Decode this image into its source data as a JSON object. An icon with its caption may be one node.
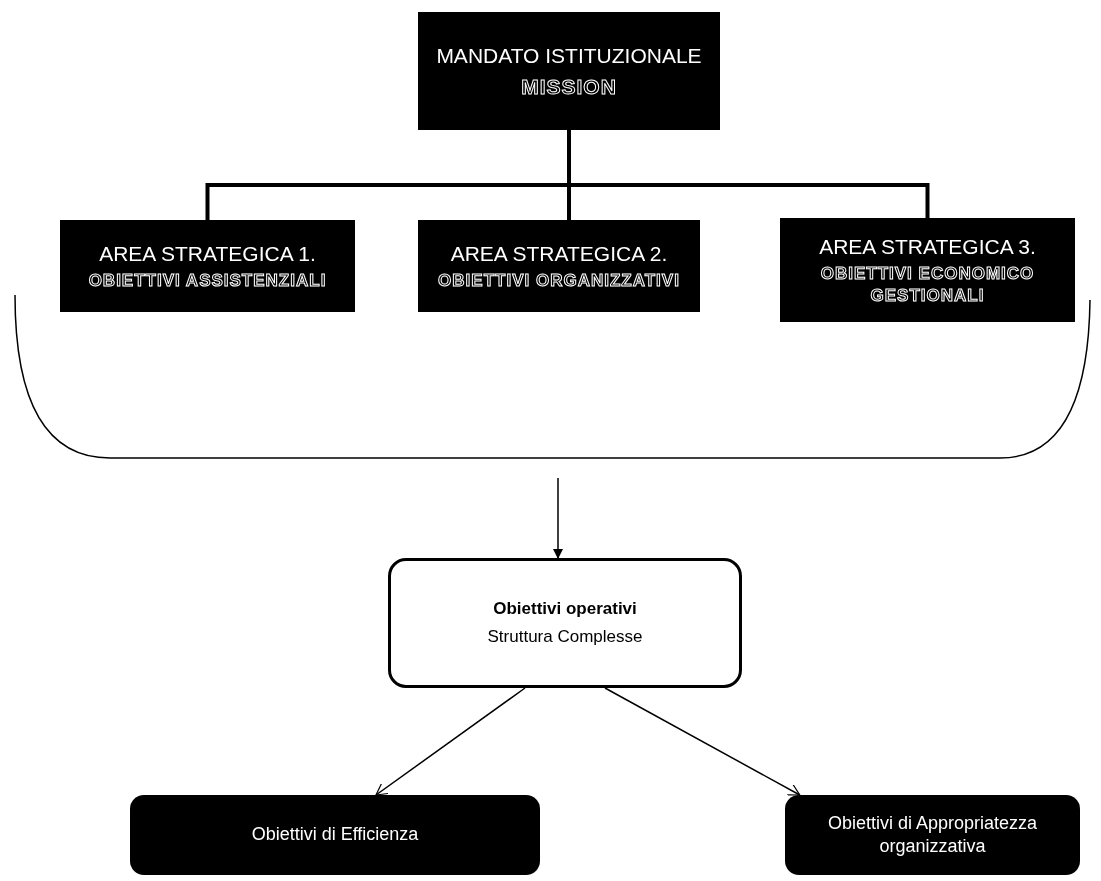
{
  "diagram": {
    "nodes": [
      {
        "text": [
          "MANDATO ISTITUZIONALE",
          "MISSION"
        ]
      },
      {
        "text": [
          "AREA STRATEGICA 1.",
          "OBIETTIVI ASSISTENZIALI"
        ]
      },
      {
        "text": [
          "AREA STRATEGICA 2.",
          "OBIETTIVI ORGANIZZATIVI"
        ]
      },
      {
        "text": [
          "AREA STRATEGICA 3.",
          "OBIETTIVI ECONOMICO GESTIONALI"
        ]
      },
      {
        "text": [
          "Obiettivi operativi",
          "Struttura Complesse"
        ]
      },
      {
        "text": [
          "Obiettivi di Efficienza"
        ]
      },
      {
        "text": [
          "Obiettivi di Appropriatezza organizzativa"
        ]
      }
    ],
    "edges": [
      {
        "from": 0,
        "to": 1,
        "arrow": "none",
        "style": "thick"
      },
      {
        "from": 0,
        "to": 2,
        "arrow": "none",
        "style": "thick"
      },
      {
        "from": 0,
        "to": 3,
        "arrow": "none",
        "style": "thick"
      },
      {
        "from": null,
        "to": 4,
        "arrow": "to"
      },
      {
        "from": 4,
        "to": 5,
        "arrow": "to"
      },
      {
        "from": 4,
        "to": 6,
        "arrow": "to"
      }
    ]
  }
}
